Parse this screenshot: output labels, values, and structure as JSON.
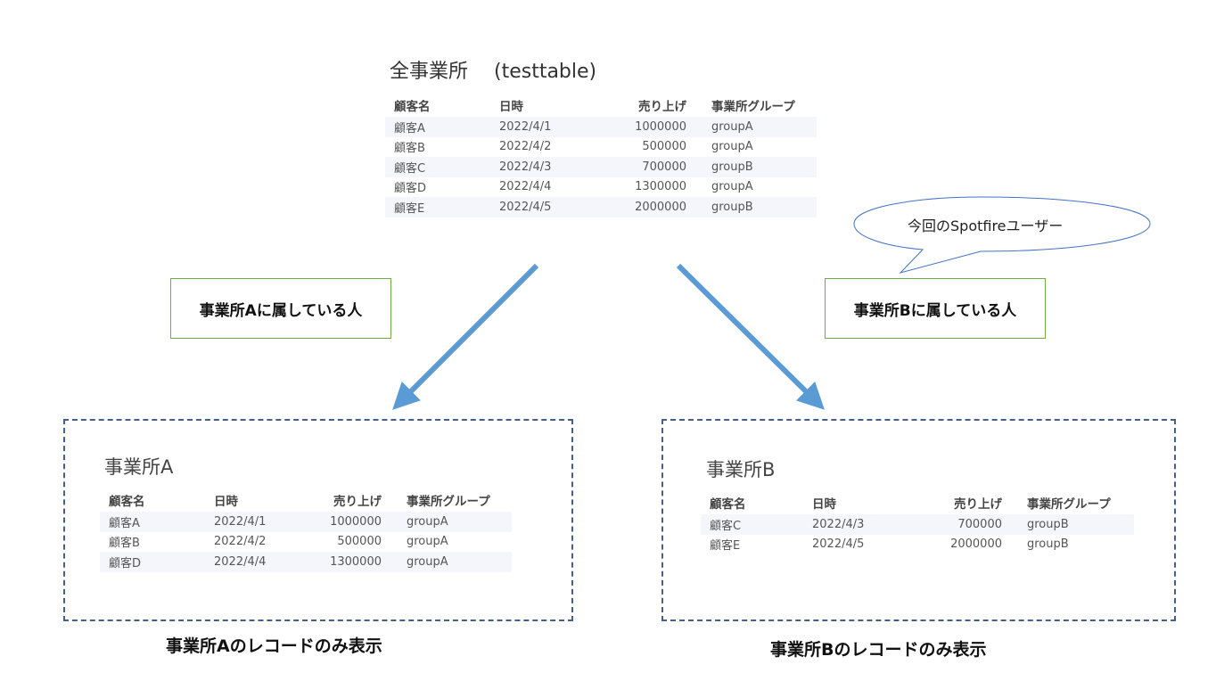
{
  "all_offices": {
    "title": "全事業所　 (testtable)",
    "columns": [
      "顧客名",
      "日時",
      "売り上げ",
      "事業所グループ"
    ],
    "rows": [
      [
        "顧客A",
        "2022/4/1",
        "1000000",
        "groupA"
      ],
      [
        "顧客B",
        "2022/4/2",
        "500000",
        "groupA"
      ],
      [
        "顧客C",
        "2022/4/3",
        "700000",
        "groupB"
      ],
      [
        "顧客D",
        "2022/4/4",
        "1300000",
        "groupA"
      ],
      [
        "顧客E",
        "2022/4/5",
        "2000000",
        "groupB"
      ]
    ]
  },
  "speech_bubble": {
    "text": "今回のSpotfireユーザー"
  },
  "label_a": {
    "text": "事業所Aに属している人"
  },
  "label_b": {
    "text": "事業所Bに属している人"
  },
  "office_a": {
    "title": "事業所A",
    "columns": [
      "顧客名",
      "日時",
      "売り上げ",
      "事業所グループ"
    ],
    "rows": [
      [
        "顧客A",
        "2022/4/1",
        "1000000",
        "groupA"
      ],
      [
        "顧客B",
        "2022/4/2",
        "500000",
        "groupA"
      ],
      [
        "顧客D",
        "2022/4/4",
        "1300000",
        "groupA"
      ]
    ],
    "caption": "事業所Aのレコードのみ表示"
  },
  "office_b": {
    "title": "事業所B",
    "columns": [
      "顧客名",
      "日時",
      "売り上げ",
      "事業所グループ"
    ],
    "rows": [
      [
        "顧客C",
        "2022/4/3",
        "700000",
        "groupB"
      ],
      [
        "顧客E",
        "2022/4/5",
        "2000000",
        "groupB"
      ]
    ],
    "caption": "事業所Bのレコードのみ表示"
  },
  "colors": {
    "arrow": "#5b9bd5",
    "label_border": "#70ad47",
    "panel_border": "#44608a",
    "bubble_border": "#4472c4",
    "row_stripe": "#f5f6fb"
  }
}
